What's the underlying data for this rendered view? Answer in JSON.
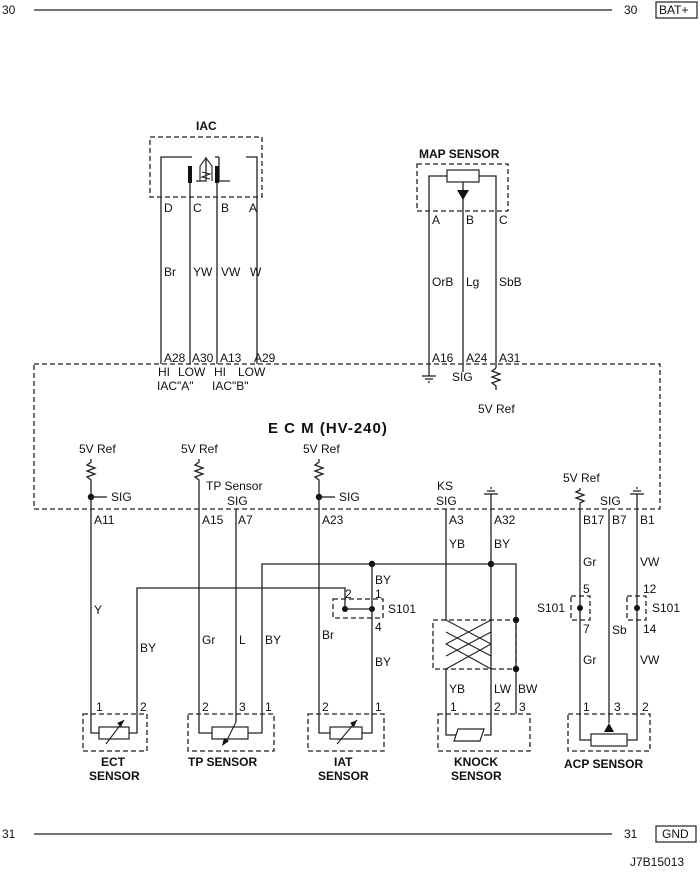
{
  "rails": {
    "top_left": "30",
    "top_right": "30",
    "top_tag": "BAT+",
    "bottom_left": "31",
    "bottom_right": "31",
    "bottom_tag": "GND"
  },
  "figure_id": "J7B15013",
  "ecm": {
    "title": "E  C  M (HV-240)"
  },
  "iac": {
    "title": "IAC",
    "pins": [
      "D",
      "C",
      "B",
      "A"
    ],
    "wires": [
      "Br",
      "YW",
      "VW",
      "W"
    ],
    "ecm_pins": [
      "A28",
      "A30",
      "A13",
      "A29"
    ],
    "hi_low": [
      "HI",
      "LOW",
      "HI",
      "LOW"
    ],
    "group_a": "IAC\"A\"",
    "group_b": "IAC\"B\""
  },
  "map": {
    "title": "MAP SENSOR",
    "pins": [
      "A",
      "B",
      "C"
    ],
    "wires": [
      "OrB",
      "Lg",
      "SbB"
    ],
    "ecm_pins": [
      "A16",
      "A24",
      "A31"
    ],
    "sig": "SIG",
    "ref": "5V Ref"
  },
  "ect": {
    "ref": "5V Ref",
    "sig": "SIG",
    "ecm_pin": "A11",
    "wires": [
      "Y",
      "BY"
    ],
    "pins": [
      "1",
      "2"
    ],
    "name_line1": "ECT",
    "name_line2": "SENSOR"
  },
  "tp": {
    "ref": "5V Ref",
    "sensor_label": "TP Sensor",
    "sig": "SIG",
    "ecm_pins": [
      "A15",
      "A7"
    ],
    "wires": [
      "Gr",
      "L",
      "BY"
    ],
    "pins": [
      "2",
      "3",
      "1"
    ],
    "name": "TP SENSOR"
  },
  "iat": {
    "ref": "5V Ref",
    "sig": "SIG",
    "ecm_pin": "A23",
    "wires": [
      "Br",
      "BY",
      "BY"
    ],
    "pins": [
      "2",
      "1"
    ],
    "splice": "S101",
    "splice_pins": [
      "2",
      "1",
      "4"
    ],
    "name_line1": "IAT",
    "name_line2": "SENSOR"
  },
  "knock": {
    "ks": "KS",
    "sig": "SIG",
    "ecm_pins": [
      "A3",
      "A32"
    ],
    "wires": [
      "YB",
      "BY",
      "YB",
      "LW",
      "BW"
    ],
    "pins": [
      "1",
      "2",
      "3"
    ],
    "name_line1": "KNOCK",
    "name_line2": "SENSOR"
  },
  "acp": {
    "ref": "5V Ref",
    "sig": "SIG",
    "ecm_pins": [
      "B17",
      "B7",
      "B1"
    ],
    "wires": [
      "Gr",
      "VW",
      "Gr",
      "Sb",
      "VW"
    ],
    "splices": [
      "S101",
      "S101"
    ],
    "splice_pins": [
      "5",
      "7",
      "12",
      "14"
    ],
    "pins": [
      "1",
      "3",
      "2"
    ],
    "name": "ACP SENSOR"
  }
}
